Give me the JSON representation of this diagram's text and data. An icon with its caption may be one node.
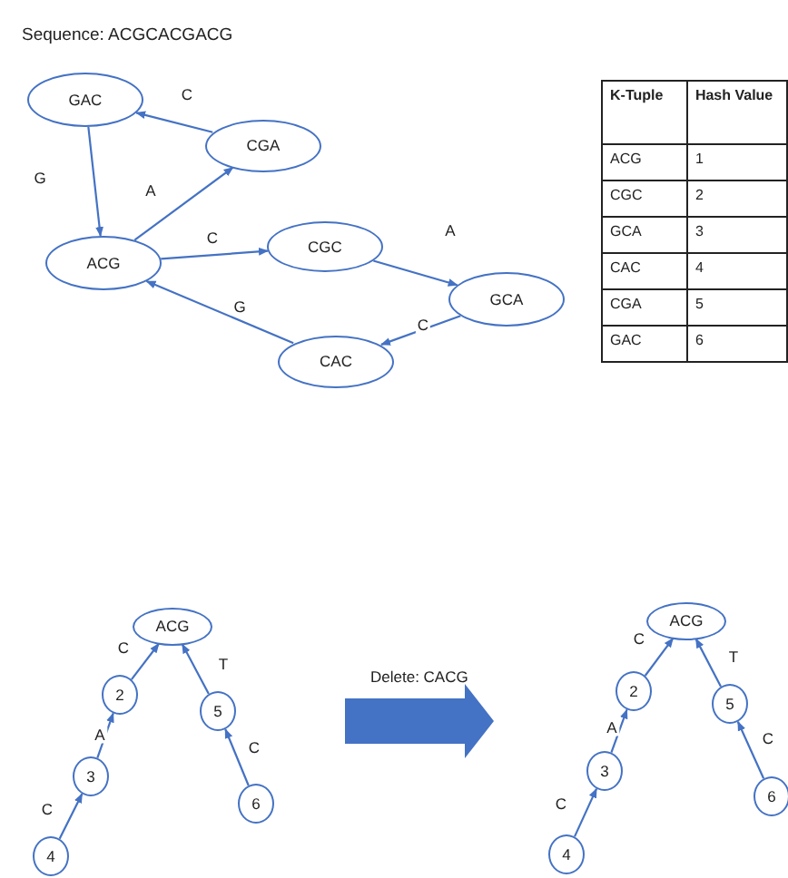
{
  "diagram": {
    "title": "Sequence: ACGCACGACG",
    "nodes": [
      {
        "text": [
          "GAC"
        ]
      },
      {
        "text": [
          "CGA"
        ]
      },
      {
        "text": [
          "ACG"
        ]
      },
      {
        "text": [
          "CGC"
        ]
      },
      {
        "text": [
          "GCA"
        ]
      },
      {
        "text": [
          "CAC"
        ]
      },
      {
        "text": [
          "ACG"
        ]
      },
      {
        "text": [
          "2"
        ]
      },
      {
        "text": [
          "3"
        ]
      },
      {
        "text": [
          "4"
        ]
      },
      {
        "text": [
          "5"
        ]
      },
      {
        "text": [
          "6"
        ]
      },
      {
        "text": [
          "ACG"
        ]
      },
      {
        "text": [
          "2"
        ]
      },
      {
        "text": [
          "3"
        ]
      },
      {
        "text": [
          "4"
        ]
      },
      {
        "text": [
          "5"
        ]
      },
      {
        "text": [
          "6"
        ]
      }
    ],
    "edges": [
      {
        "from": 1,
        "to": 0,
        "arrow": "to",
        "label": "C"
      },
      {
        "from": 0,
        "to": 2,
        "arrow": "to",
        "label": "G"
      },
      {
        "from": 2,
        "to": 1,
        "arrow": "to",
        "label": "A"
      },
      {
        "from": 2,
        "to": 3,
        "arrow": "to",
        "label": "C"
      },
      {
        "from": 3,
        "to": 4,
        "arrow": "to",
        "label": "A"
      },
      {
        "from": 4,
        "to": 5,
        "arrow": "to",
        "label": "C"
      },
      {
        "from": 5,
        "to": 2,
        "arrow": "to",
        "label": "G"
      },
      {
        "from": 7,
        "to": 6,
        "arrow": "to",
        "label": "C"
      },
      {
        "from": 8,
        "to": 7,
        "arrow": "to",
        "label": "A"
      },
      {
        "from": 9,
        "to": 8,
        "arrow": "to",
        "label": "C"
      },
      {
        "from": 10,
        "to": 6,
        "arrow": "to",
        "label": "T"
      },
      {
        "from": 11,
        "to": 10,
        "arrow": "to",
        "label": "C"
      },
      {
        "from": 13,
        "to": 12,
        "arrow": "to",
        "label": "C"
      },
      {
        "from": 14,
        "to": 13,
        "arrow": "to",
        "label": "A"
      },
      {
        "from": 15,
        "to": 14,
        "arrow": "to",
        "label": "C"
      },
      {
        "from": 16,
        "to": 12,
        "arrow": "to",
        "label": "T"
      },
      {
        "from": 17,
        "to": 16,
        "arrow": "to",
        "label": "C"
      }
    ],
    "labels": [
      "K-Tuple",
      "Hash Value",
      "ACG",
      "1",
      "CGC",
      "2",
      "GCA",
      "3",
      "CAC",
      "4",
      "CGA",
      "5",
      "GAC",
      "6",
      "Delete: CACG"
    ]
  }
}
